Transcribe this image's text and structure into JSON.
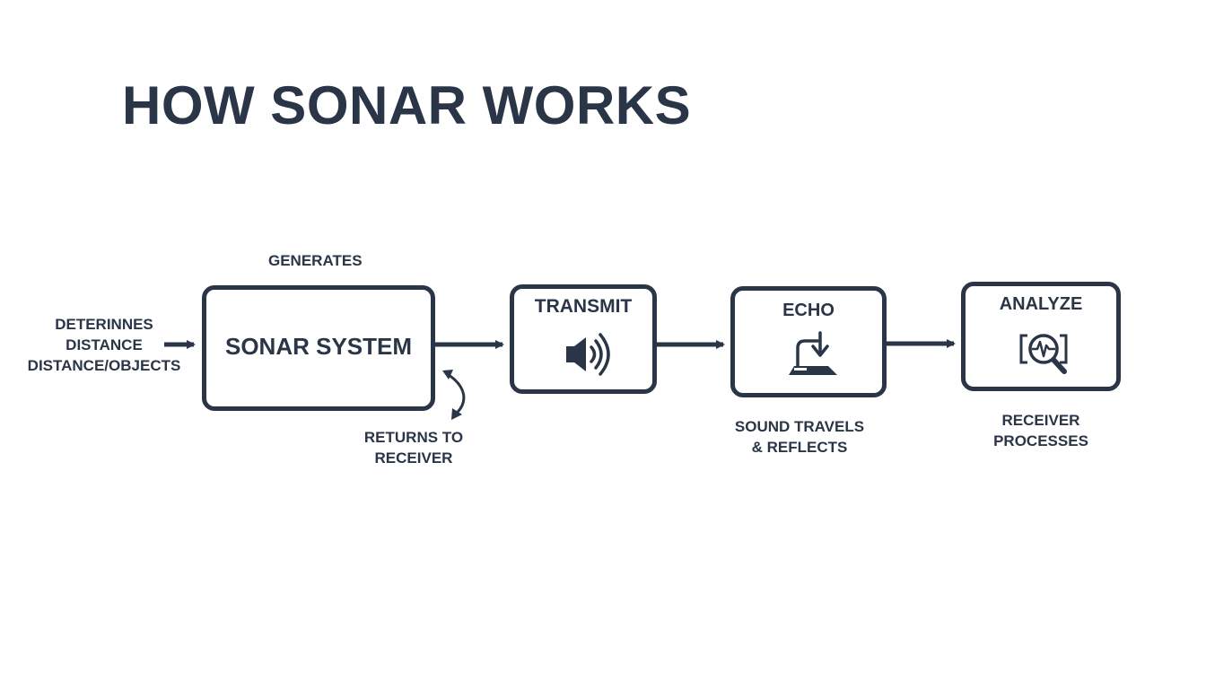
{
  "diagram": {
    "title": "HOW SONAR WORKS",
    "label_generates": "GENERATES",
    "label_determines": [
      "DETERINNES",
      "DISTANCE",
      "DISTANCE/OBJECTS"
    ],
    "label_returns": [
      "RETURNS TO",
      "RECEIVER"
    ],
    "nodes": {
      "sonar": {
        "label": "SONAR SYSTEM"
      },
      "transmit": {
        "label": "TRANSMIT",
        "icon": "speaker-icon"
      },
      "echo": {
        "label": "ECHO",
        "icon": "echo-reflect-icon"
      },
      "analyze": {
        "label": "ANALYZE",
        "icon": "waveform-magnifier-icon"
      }
    },
    "label_echo_caption": [
      "SOUND TRAVELS",
      "& REFLECTS"
    ],
    "label_analyze_caption": [
      "RECEIVER",
      "PROCESSES"
    ],
    "colors": {
      "ink": "#2a3547",
      "background": "#ffffff"
    }
  }
}
